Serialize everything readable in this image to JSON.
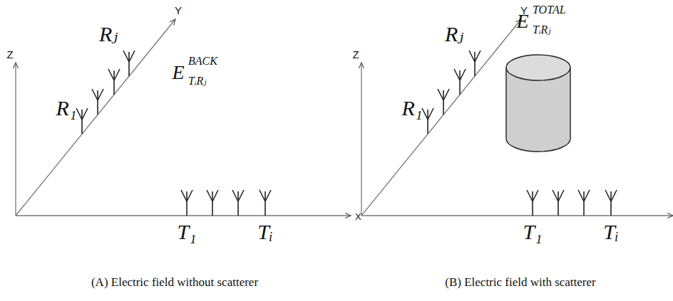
{
  "diagram": {
    "labels": [
      "Z",
      "Y",
      "Rⱼ",
      "R₁",
      "E",
      "BACK",
      "TᵢRⱼ",
      "T₁",
      "Tᵢ",
      "X",
      "(A) Electric field without scatterer",
      "Z",
      "Y",
      "Rⱼ",
      "R₁",
      "E",
      "TOTAL",
      "TᵢRⱼ",
      "T₁",
      "Tᵢ",
      "(B) Electric field with scatterer"
    ]
  }
}
